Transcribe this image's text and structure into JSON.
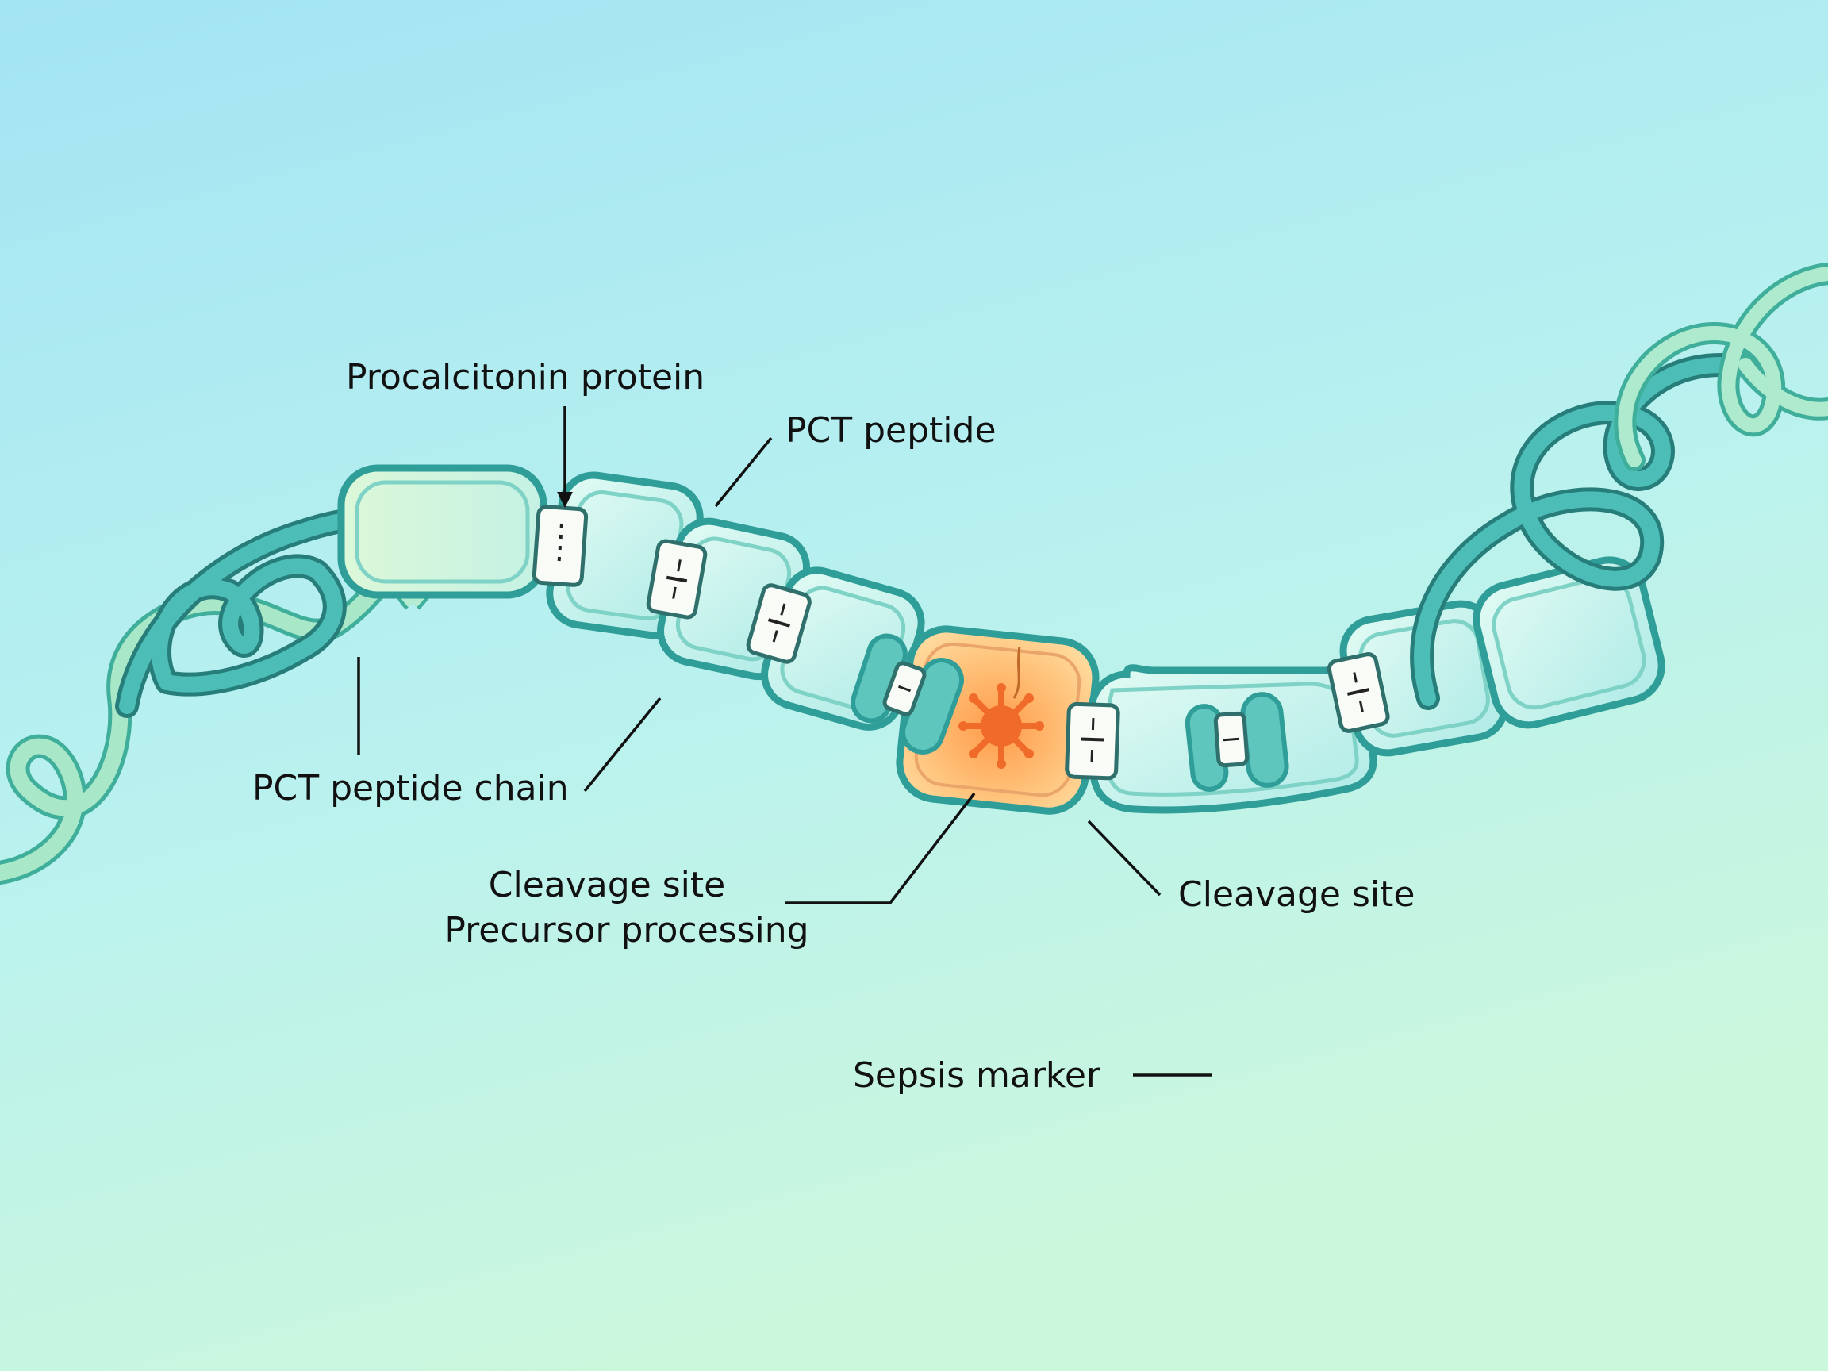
{
  "labels": {
    "procalcitonin_protein": "Procalcitonin protein",
    "pct_peptide": "PCT peptide",
    "pct_peptide_chain": "PCT peptide chain",
    "cleavage_site_left": "Cleavage site",
    "precursor_processing": "Precursor processing",
    "cleavage_site_right": "Cleavage site",
    "sepsis_marker": "Sepsis marker"
  },
  "colors": {
    "background_top": "#a6e6f2",
    "background_bottom": "#c8f5de",
    "segment_fill": "#bff0ea",
    "segment_stroke": "#2f9d98",
    "coil_light": "#9fe0bf",
    "coil_dark": "#3ab5b0",
    "highlight_fill": "#ffb764",
    "highlight_core": "#f0782c",
    "leader_line": "#111111"
  },
  "icons": [
    "virus-icon"
  ]
}
